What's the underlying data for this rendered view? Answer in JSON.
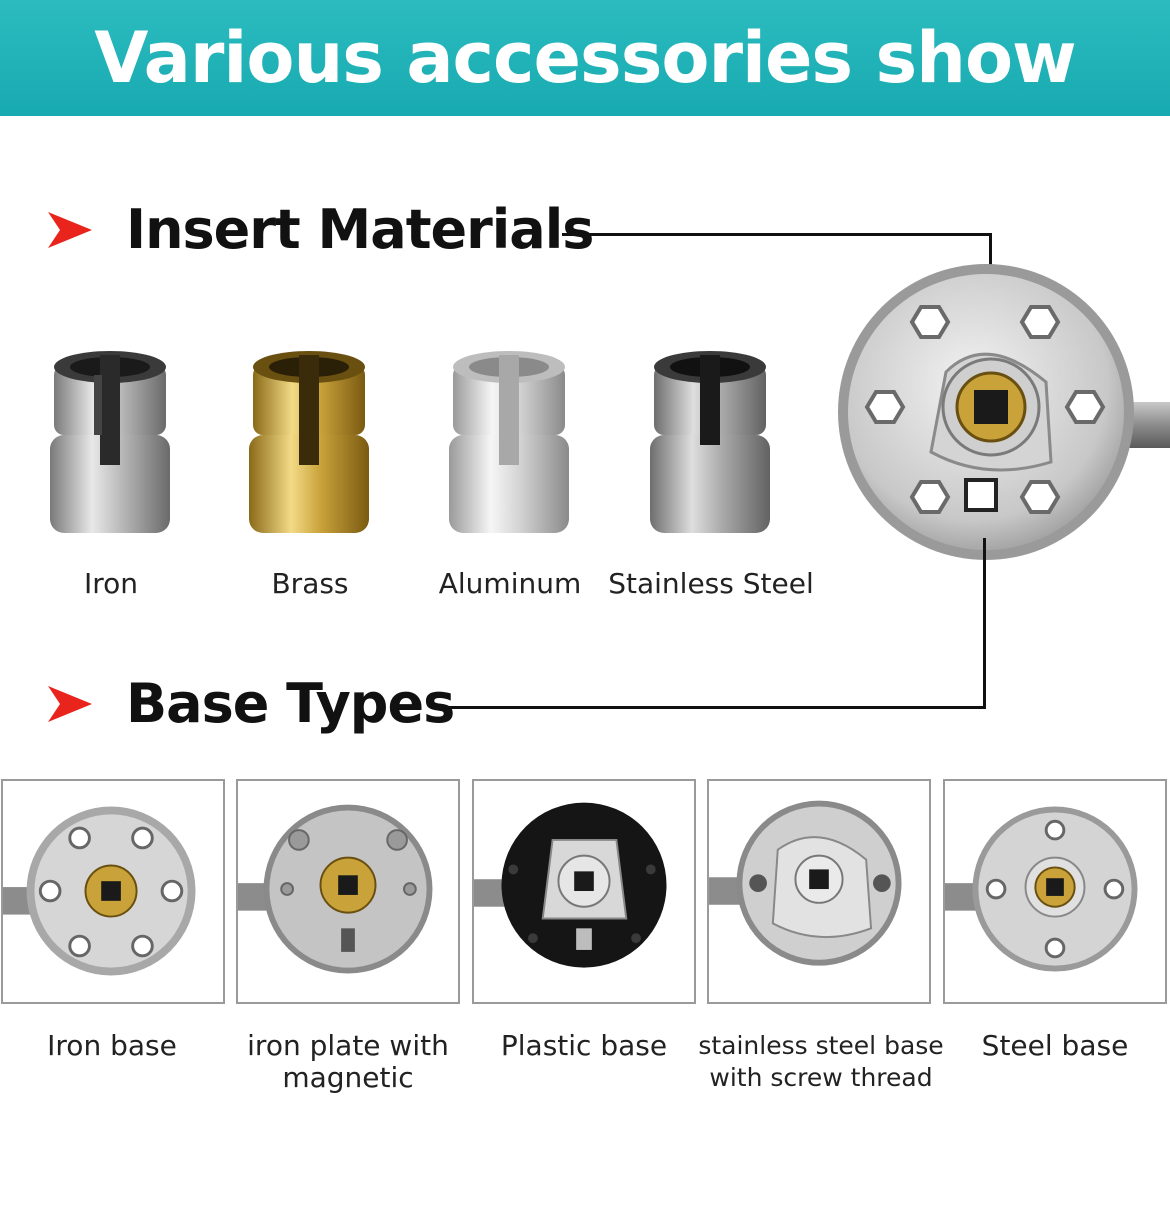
{
  "banner": {
    "title": "Various accessories show"
  },
  "sections": {
    "insert": {
      "heading": "Insert Materials",
      "arrow_color": "#e8241c"
    },
    "base": {
      "heading": "Base Types",
      "arrow_color": "#e8241c"
    }
  },
  "inserts": [
    {
      "label": "Iron"
    },
    {
      "label": "Brass"
    },
    {
      "label": "Aluminum"
    },
    {
      "label": "Stainless Steel"
    }
  ],
  "bases": [
    {
      "label": "Iron base"
    },
    {
      "label": "iron plate with magnetic"
    },
    {
      "label": "Plastic base"
    },
    {
      "label": "stainless steel base with screw thread"
    },
    {
      "label": "Steel base"
    }
  ],
  "colors": {
    "banner": "#1fb3b8",
    "accent": "#e8241c",
    "brass": "#c9a23a"
  }
}
